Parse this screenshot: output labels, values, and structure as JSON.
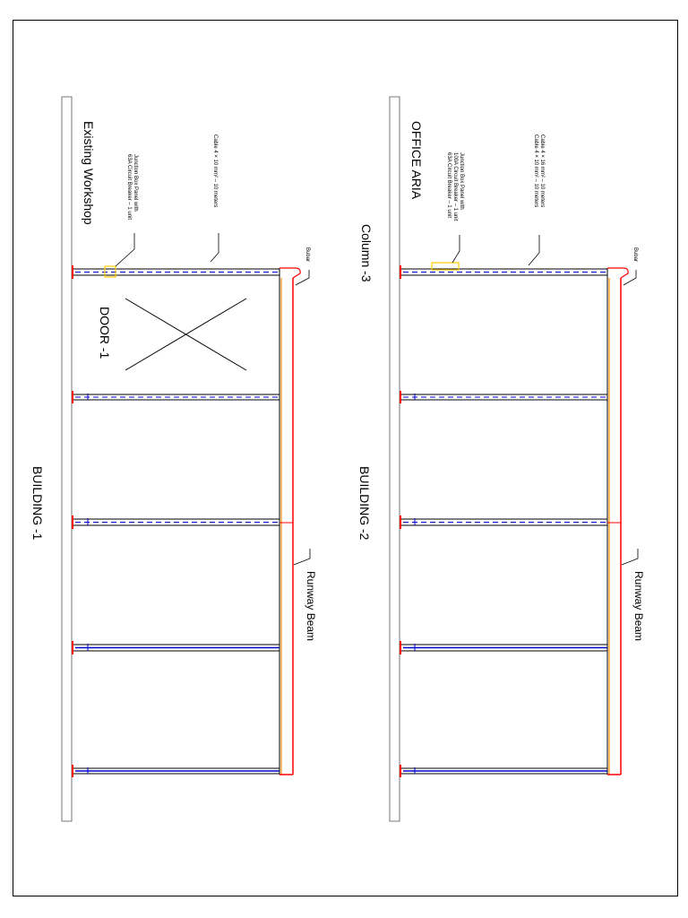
{
  "colors": {
    "structure": "#000000",
    "beam": "#ff0000",
    "bubar": "#ff8c00",
    "cable": "#0000cc",
    "junction_box": "#ffcc00",
    "slab": "#777777"
  },
  "building1": {
    "name": "BUILDING -1",
    "area": "Existing Workshop",
    "door": "DOOR -1",
    "bubar": "Bubar",
    "runway_beam": "Runway Beam",
    "cable_note": "Cable 4 × 10 mm² – 10 meters",
    "jb_line1": "Junction Box Panel with",
    "jb_line2": "63A Circuit Breaker – 1 unit"
  },
  "building2": {
    "name": "BUILDING -2",
    "area": "OFFICE ARIA",
    "column": "Column -3",
    "bubar": "Bubar",
    "runway_beam": "Runway Beam",
    "cable_note_1": "Cable 4 × 16 mm² – 10 meters",
    "cable_note_2": "Cable 4 × 10 mm² – 10 meters",
    "jb_line1": "Junction Box Panel with",
    "jb_line2": "100A Circuit Breaker – 1 unit",
    "jb_line3": "63A Circuit Breaker – 1 unit"
  }
}
